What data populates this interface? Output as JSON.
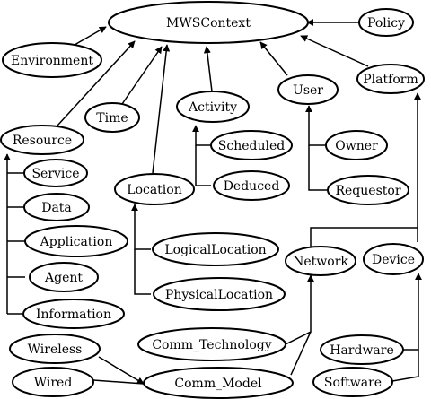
{
  "diagram": {
    "nodes": {
      "mwscontext": "MWSContext",
      "policy": "Policy",
      "environment": "Environment",
      "platform": "Platform",
      "user": "User",
      "activity": "Activity",
      "time": "Time",
      "resource": "Resource",
      "scheduled": "Scheduled",
      "owner": "Owner",
      "service": "Service",
      "location": "Location",
      "deduced": "Deduced",
      "requestor": "Requestor",
      "data": "Data",
      "application": "Application",
      "logical_location": "LogicalLocation",
      "agent": "Agent",
      "network": "Network",
      "device": "Device",
      "physical_location": "PhysicalLocation",
      "information": "Information",
      "wireless": "Wireless",
      "comm_technology": "Comm_Technology",
      "hardware": "Hardware",
      "wired": "Wired",
      "comm_model": "Comm_Model",
      "software": "Software"
    },
    "colors": {
      "stroke": "#000000",
      "fill": "#ffffff"
    }
  }
}
